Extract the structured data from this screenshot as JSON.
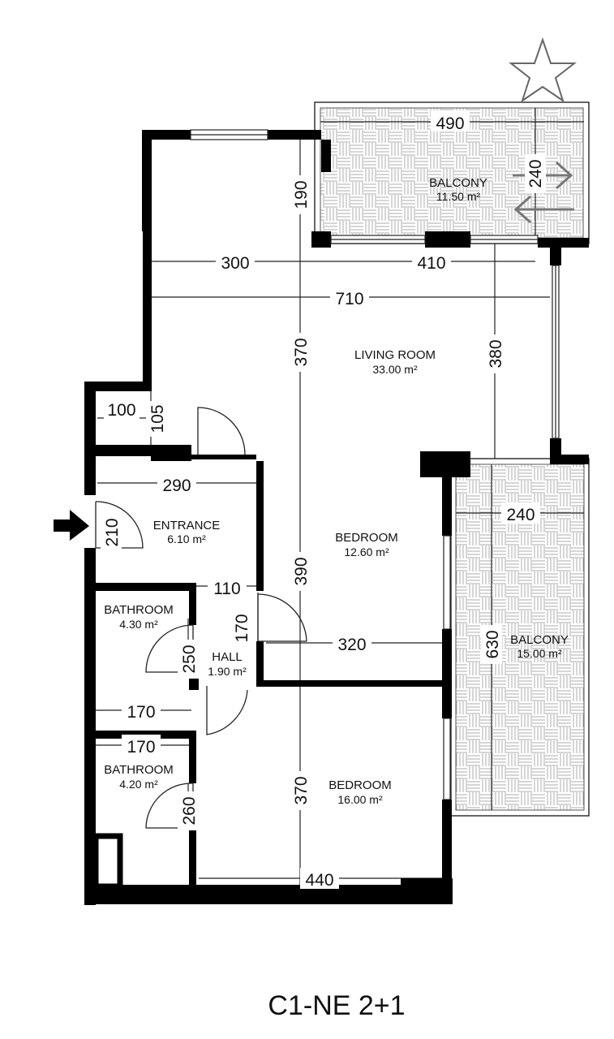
{
  "plan_title": "C1-NE 2+1",
  "rooms": {
    "balcony_top": {
      "name": "BALCONY",
      "area": "11.50 m²"
    },
    "living": {
      "name": "LIVING ROOM",
      "area": "33.00 m²"
    },
    "entrance": {
      "name": "ENTRANCE",
      "area": "6.10 m²"
    },
    "bedroom1": {
      "name": "BEDROOM",
      "area": "12.60 m²"
    },
    "bathroom1": {
      "name": "BATHROOM",
      "area": "4.30 m²"
    },
    "hall": {
      "name": "HALL",
      "area": "1.90 m²"
    },
    "bathroom2": {
      "name": "BATHROOM",
      "area": "4.20 m²"
    },
    "bedroom2": {
      "name": "BEDROOM",
      "area": "16.00 m²"
    },
    "balcony_right": {
      "name": "BALCONY",
      "area": "15.00 m²"
    }
  },
  "dimensions": {
    "d490": "490",
    "d240_top": "240",
    "d190": "190",
    "d300": "300",
    "d410": "410",
    "d710": "710",
    "d370_living": "370",
    "d380": "380",
    "d100": "100",
    "d105": "105",
    "d290": "290",
    "d210": "210",
    "d240_right": "240",
    "d390": "390",
    "d110": "110",
    "d170_hall": "170",
    "d250": "250",
    "d320": "320",
    "d630": "630",
    "d170_bath1": "170",
    "d170_bath2": "170",
    "d260": "260",
    "d370_bed": "370",
    "d440": "440"
  },
  "icons": {
    "star": "star-icon",
    "entry_arrow": "entry-arrow-icon",
    "direction": "direction-arrows-icon"
  }
}
